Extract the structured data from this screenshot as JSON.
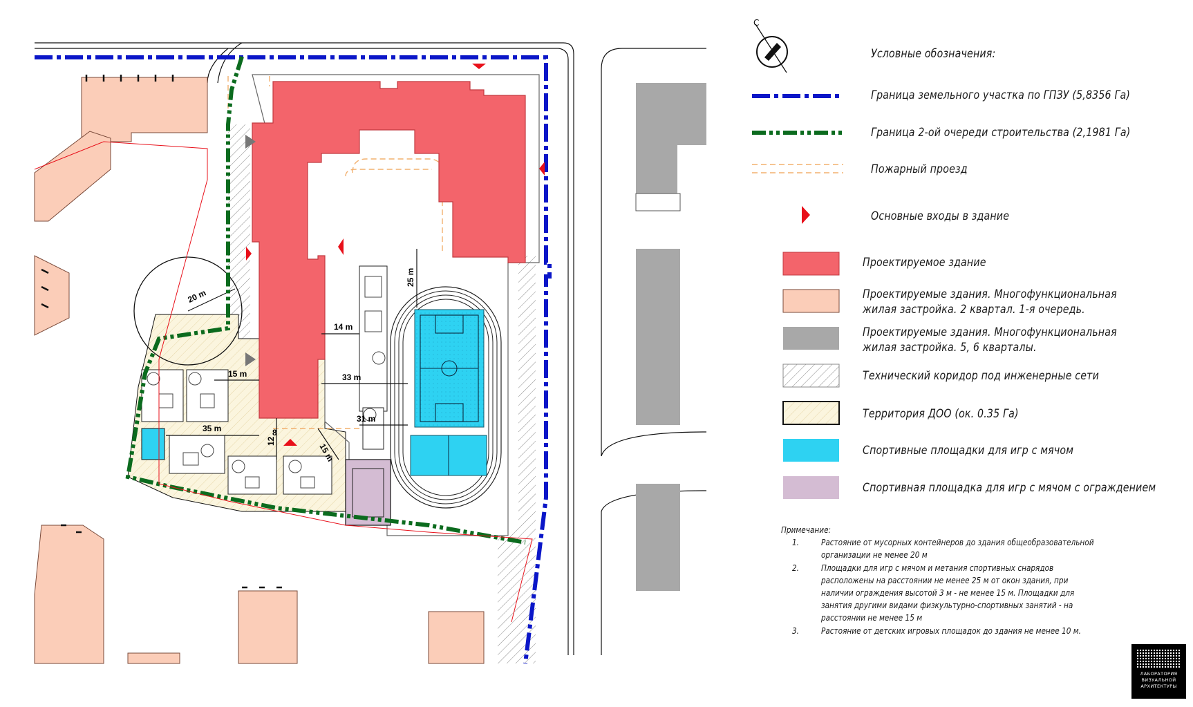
{
  "compass": {
    "north_letter": "С"
  },
  "legend": {
    "title": "Условные обозначения:",
    "items": [
      {
        "label": "Граница земельного участка по ГПЗУ (5,8356 Га)",
        "color": "#0a16c8"
      },
      {
        "label": "Граница 2-ой очереди строительства (2,1981 Га)",
        "color": "#0b6b1e"
      },
      {
        "label": "Пожарный проезд",
        "color": "#f2b06e"
      },
      {
        "label": "Основные входы в здание",
        "color": "#e8101a"
      },
      {
        "label": "Проектируемое здание",
        "color": "#f3646b"
      },
      {
        "label_lines": [
          "Проектируемые здания. Многофункциональная",
          "жилая застройка. 2 квартал. 1-я очередь."
        ],
        "color": "#fbcdb8"
      },
      {
        "label_lines": [
          "Проектируемые здания. Многофункциональная",
          "жилая застройка. 5, 6 кварталы."
        ],
        "color": "#a8a8a8"
      },
      {
        "label": "Технический коридор под инженерные сети",
        "color": "#cccccc"
      },
      {
        "label": "Территория ДОО (ок. 0.35 Га)",
        "color": "#fbf5de"
      },
      {
        "label": "Спортивные площадки для игр с мячом",
        "color": "#2ed2f2"
      },
      {
        "label": "Спортивная площадка для игр с мячом с ограждением",
        "color": "#d4bcd3"
      }
    ]
  },
  "notes": {
    "title": "Примечание:",
    "items": [
      {
        "num": "1.",
        "lines": [
          "Растояние от мусорных контейнеров до здания общеобразовательной",
          "организации не менее 20 м"
        ]
      },
      {
        "num": "2.",
        "lines": [
          "Площадки для игр с мячом и метания спортивных снарядов",
          "расположены на расстоянии не менее 25 м от окон здания, при",
          "наличии ограждения высотой 3 м - не менее 15 м. Площадки для",
          "занятия другими видами физкультурно-спортивных занятий - на",
          "расстоянии не менее 15 м"
        ]
      },
      {
        "num": "3.",
        "lines": [
          "Растояние от детских игровых площадок до здания не менее 10 м."
        ]
      }
    ]
  },
  "dimensions": {
    "d20": "20 m",
    "d25": "25 m",
    "d14": "14 m",
    "d15a": "15 m",
    "d33": "33 m",
    "d35": "35 m",
    "d31": "31 m",
    "d12": "12",
    "d15b": "15 m",
    "d8": "8"
  },
  "logo_lines": [
    "ЛАБОРАТОРИЯ",
    "ВИЗУАЛЬНОЙ",
    "АРХИТЕКТУРЫ"
  ]
}
